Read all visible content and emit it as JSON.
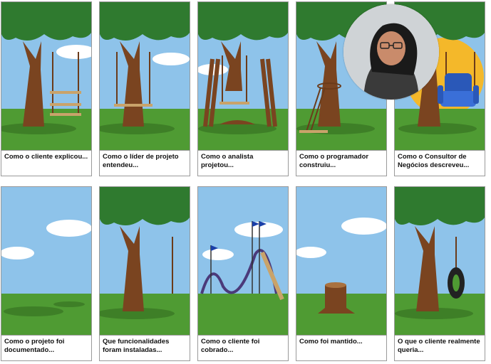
{
  "panels": [
    {
      "caption": "Como o cliente explicou..."
    },
    {
      "caption": "Como o líder de projeto entendeu..."
    },
    {
      "caption": "Como o analista projetou..."
    },
    {
      "caption": "Como o programador construiu..."
    },
    {
      "caption": "Como o Consultor de Negócios descreveu..."
    },
    {
      "caption": "Como o projeto foi documentado..."
    },
    {
      "caption": "Que funcionalidades foram instaladas..."
    },
    {
      "caption": "Como o cliente foi cobrado..."
    },
    {
      "caption": "Como foi mantido..."
    },
    {
      "caption": "O que o cliente realmente queria..."
    }
  ],
  "colors": {
    "sky": "#8ec3ea",
    "grass": "#4f9b33",
    "trunk": "#7a4420",
    "leaves": "#2f7a2f",
    "cloud": "#ffffff"
  },
  "webcam": {
    "icon": "presenter-video-icon"
  }
}
